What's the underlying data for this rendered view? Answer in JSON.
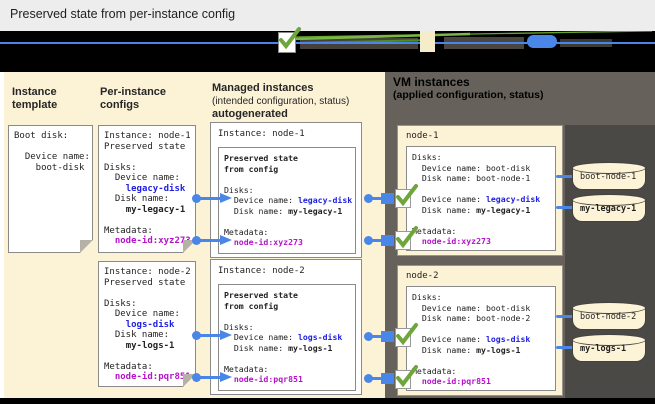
{
  "title": "Preserved state from per-instance config",
  "legend": {
    "icons": [
      "checkmark-icon",
      "config-box-icon",
      "disk-pill-icon"
    ]
  },
  "colors": {
    "panel_cream": "#fcf2d5",
    "panel_dark": "#66625b",
    "disk_area_dark": "#4b4946",
    "connector_blue": "#4a86e8",
    "device_name_blue": "#2020e0",
    "metadata_magenta": "#b413c9",
    "check_green": "#6fa63c"
  },
  "left_panel": {
    "headers": {
      "col1": "Instance template",
      "col2": "Per-instance configs",
      "col3_line1": "Managed instances",
      "col3_line2": "(intended configuration, status)",
      "col3_line3": "autogenerated"
    },
    "instance_template": {
      "lines": [
        [
          {
            "t": "Boot disk:"
          }
        ],
        [],
        [
          {
            "t": "  Device name:"
          }
        ],
        [
          {
            "t": "    boot-disk"
          }
        ]
      ]
    },
    "per_instance_configs": [
      {
        "lines": [
          [
            {
              "t": "Instance: node-1"
            }
          ],
          [
            {
              "t": "Preserved state"
            }
          ],
          [],
          [
            {
              "t": "Disks:"
            }
          ],
          [
            {
              "t": "  Device name:"
            }
          ],
          [
            {
              "t": "    "
            },
            {
              "t": "legacy-disk",
              "c": "blue"
            }
          ],
          [
            {
              "t": "  Disk name:"
            }
          ],
          [
            {
              "t": "    "
            },
            {
              "t": "my-legacy-1",
              "c": "b"
            }
          ],
          [],
          [
            {
              "t": "Metadata:"
            }
          ],
          [
            {
              "t": "  "
            },
            {
              "t": "node-id:xyz273",
              "c": "mag"
            }
          ]
        ]
      },
      {
        "lines": [
          [
            {
              "t": "Instance: node-2"
            }
          ],
          [
            {
              "t": "Preserved state"
            }
          ],
          [],
          [
            {
              "t": "Disks:"
            }
          ],
          [
            {
              "t": "  Device name:"
            }
          ],
          [
            {
              "t": "    "
            },
            {
              "t": "logs-disk",
              "c": "blue"
            }
          ],
          [
            {
              "t": "  Disk name:"
            }
          ],
          [
            {
              "t": "    "
            },
            {
              "t": "my-logs-1",
              "c": "b"
            }
          ],
          [],
          [
            {
              "t": "Metadata:"
            }
          ],
          [
            {
              "t": "  "
            },
            {
              "t": "node-id:pqr851",
              "c": "mag"
            }
          ]
        ]
      }
    ],
    "managed_instances": [
      {
        "title": "Instance: node-1",
        "lines": [
          [
            {
              "t": "Preserved state",
              "c": "b"
            }
          ],
          [
            {
              "t": "from config",
              "c": "b"
            }
          ],
          [],
          [
            {
              "t": "Disks:"
            }
          ],
          [
            {
              "t": "  Device name: "
            },
            {
              "t": "legacy-disk",
              "c": "blue"
            }
          ],
          [
            {
              "t": "  Disk name: "
            },
            {
              "t": "my-legacy-1",
              "c": "b"
            }
          ],
          [],
          [
            {
              "t": "Metadata:"
            }
          ],
          [
            {
              "t": "  "
            },
            {
              "t": "node-id:xyz273",
              "c": "mag"
            }
          ]
        ]
      },
      {
        "title": "Instance: node-2",
        "lines": [
          [
            {
              "t": "Preserved state",
              "c": "b"
            }
          ],
          [
            {
              "t": "from config",
              "c": "b"
            }
          ],
          [],
          [
            {
              "t": "Disks:"
            }
          ],
          [
            {
              "t": "  Device name: "
            },
            {
              "t": "logs-disk",
              "c": "blue"
            }
          ],
          [
            {
              "t": "  Disk name: "
            },
            {
              "t": "my-logs-1",
              "c": "b"
            }
          ],
          [],
          [
            {
              "t": "Metadata:"
            }
          ],
          [
            {
              "t": "  "
            },
            {
              "t": "node-id:pqr851",
              "c": "mag"
            }
          ]
        ]
      }
    ]
  },
  "right_panel": {
    "heading_line1": "VM instances",
    "heading_line2": "(applied configuration, status)",
    "vms": [
      {
        "name": "node-1",
        "lines": [
          [
            {
              "t": "Disks:"
            }
          ],
          [
            {
              "t": "  Device name: boot-disk"
            }
          ],
          [
            {
              "t": "  Disk name: boot-node-1"
            }
          ],
          [],
          [
            {
              "t": "  Device name: "
            },
            {
              "t": "legacy-disk",
              "c": "blue"
            }
          ],
          [
            {
              "t": "  Disk name: "
            },
            {
              "t": "my-legacy-1",
              "c": "b"
            }
          ],
          [],
          [
            {
              "t": "Metadata:"
            }
          ],
          [
            {
              "t": "  "
            },
            {
              "t": "node-id:xyz273",
              "c": "mag"
            }
          ]
        ]
      },
      {
        "name": "node-2",
        "lines": [
          [
            {
              "t": "Disks:"
            }
          ],
          [
            {
              "t": "  Device name: boot-disk"
            }
          ],
          [
            {
              "t": "  Disk name: boot-node-2"
            }
          ],
          [],
          [
            {
              "t": "  Device name: "
            },
            {
              "t": "logs-disk",
              "c": "blue"
            }
          ],
          [
            {
              "t": "  Disk name: "
            },
            {
              "t": "my-logs-1",
              "c": "b"
            }
          ],
          [],
          [
            {
              "t": "Metadata:"
            }
          ],
          [
            {
              "t": "  "
            },
            {
              "t": "node-id:pqr851",
              "c": "mag"
            }
          ]
        ]
      }
    ],
    "disks": [
      "boot-node-1",
      "my-legacy-1",
      "boot-node-2",
      "my-logs-1"
    ]
  }
}
